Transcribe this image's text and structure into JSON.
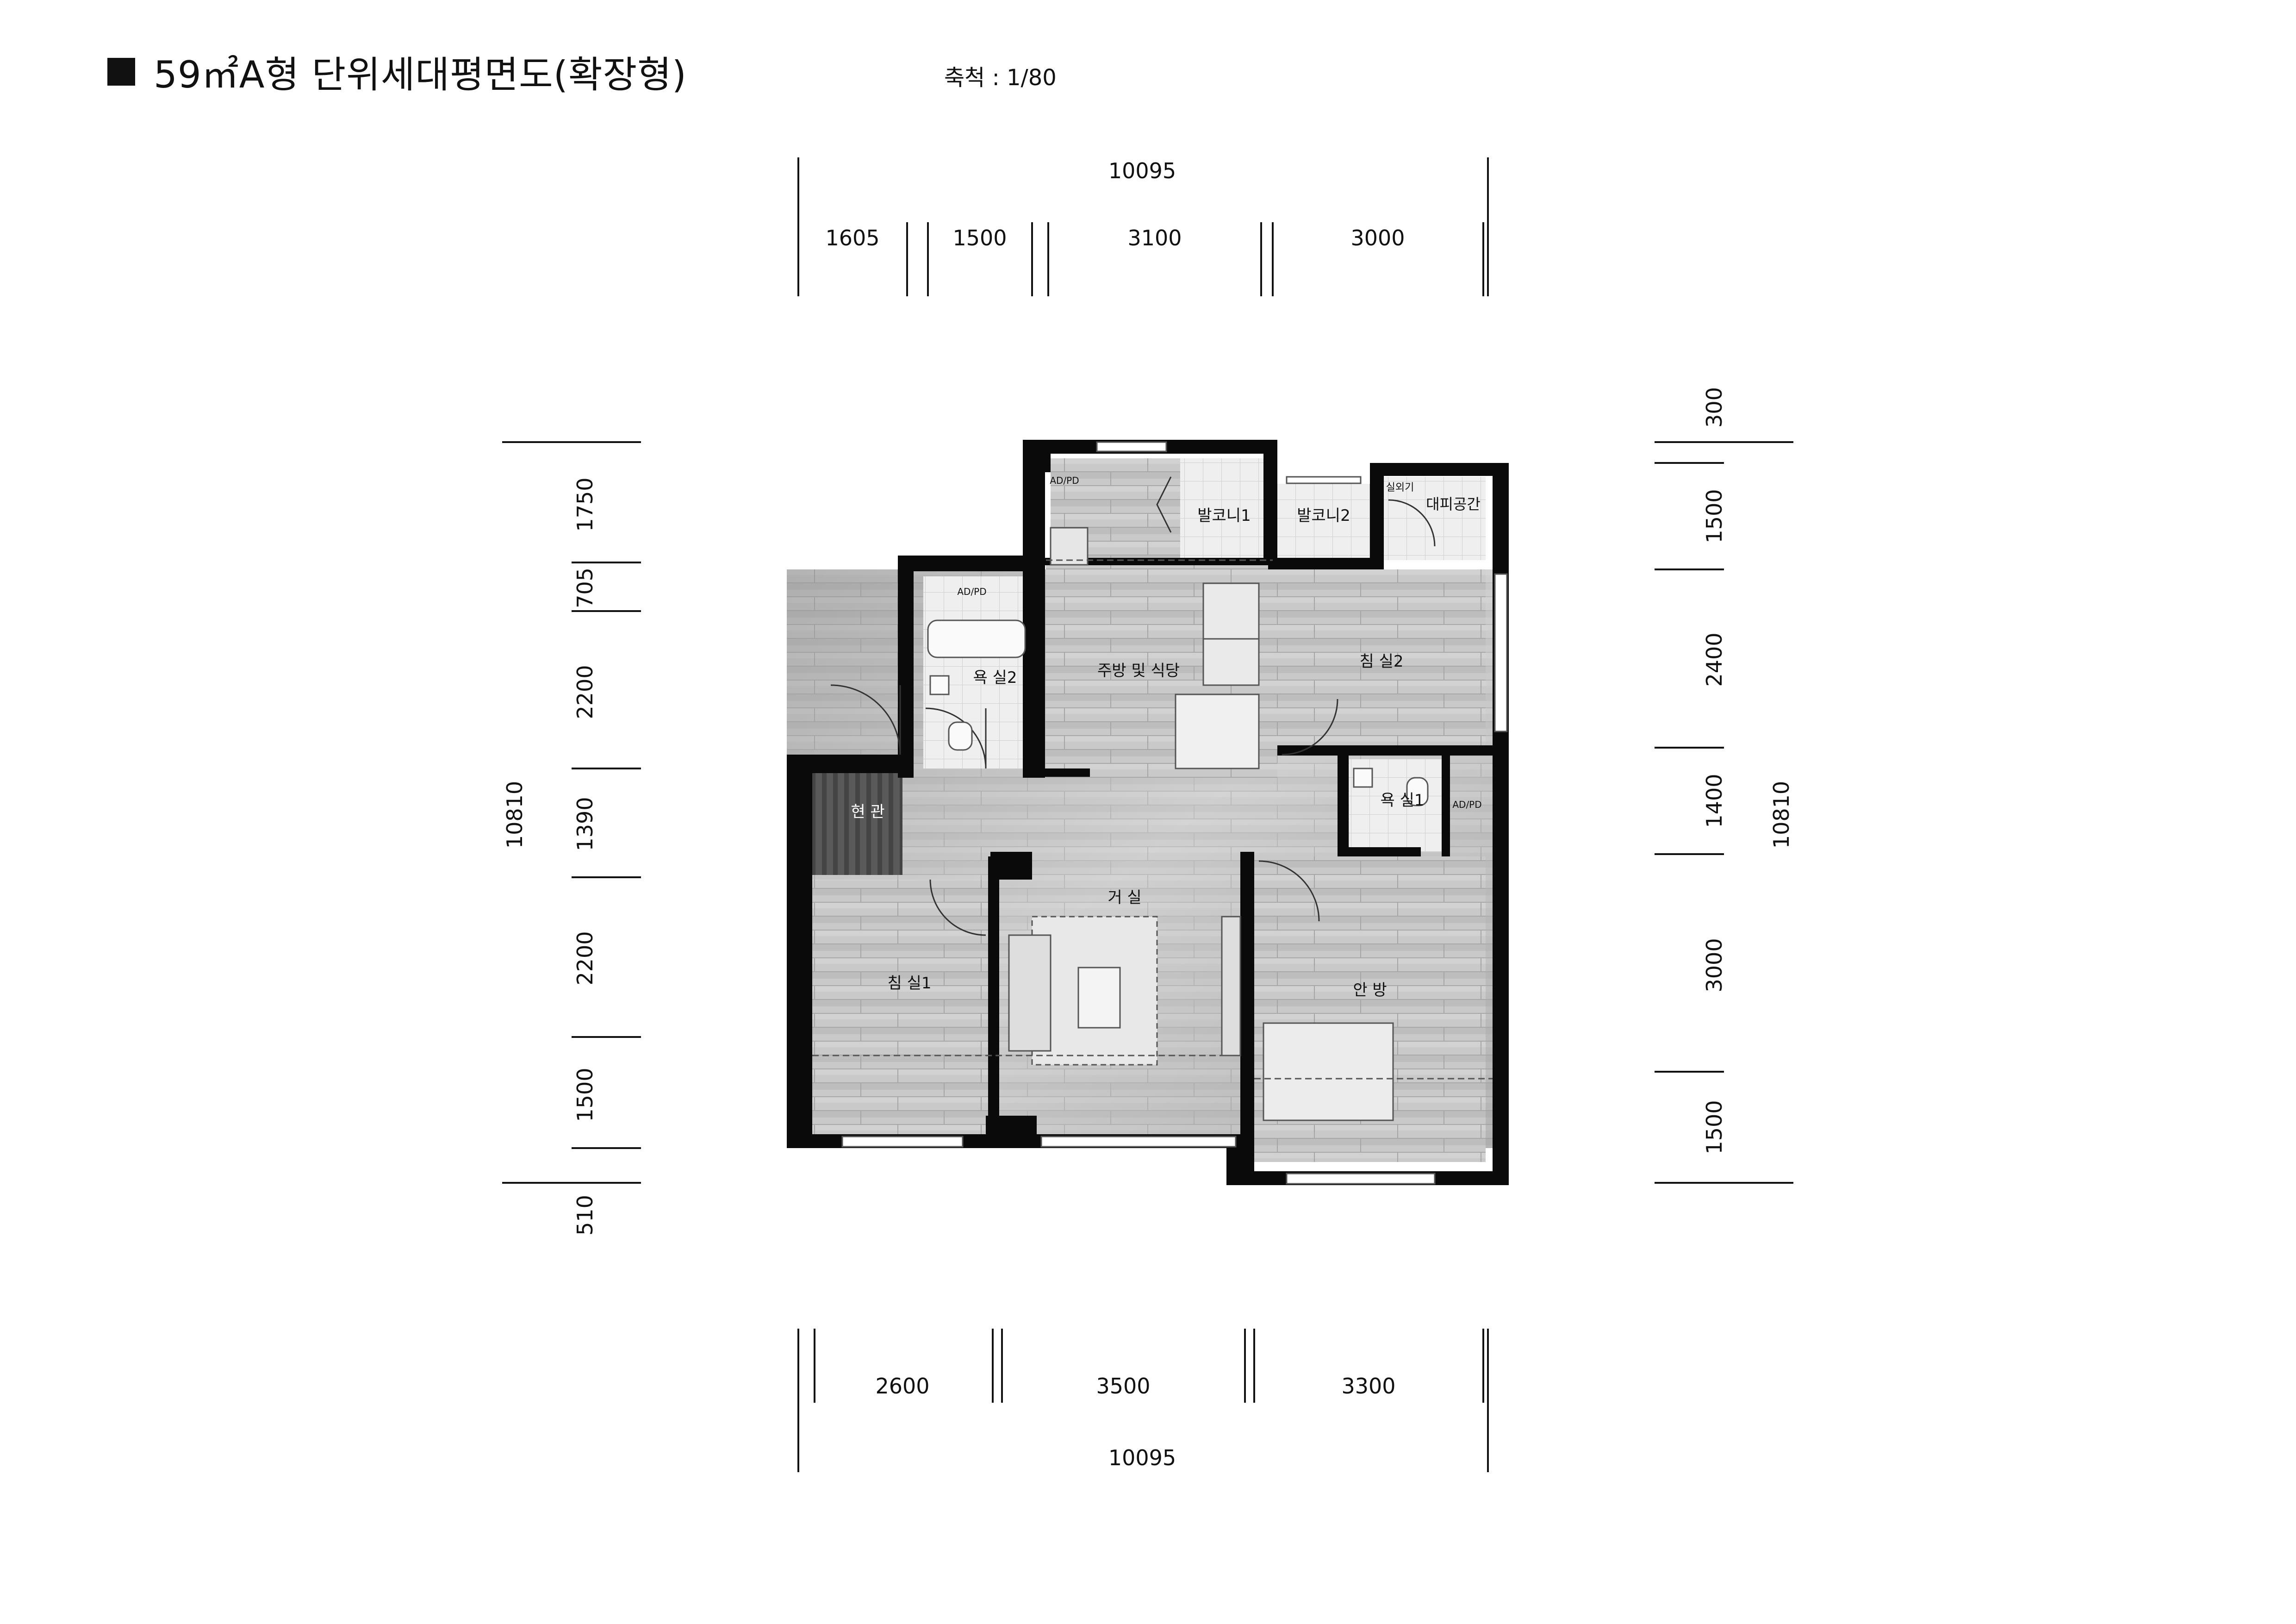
{
  "header": {
    "title": "59㎡A형 단위세대평면도(확장형)",
    "scale": "축척 : 1/80"
  },
  "dimensions": {
    "top_total": "10095",
    "top_segments": [
      "1605",
      "1500",
      "3100",
      "3000"
    ],
    "bottom_segments": [
      "2600",
      "3500",
      "3300"
    ],
    "bottom_total": "10095",
    "left_total": "10810",
    "left_segments": [
      "1750",
      "705",
      "2200",
      "1390",
      "2200",
      "1500",
      "510"
    ],
    "right_total": "10810",
    "right_segments": [
      "300",
      "1500",
      "2400",
      "1400",
      "3000",
      "1500"
    ]
  },
  "rooms": {
    "balcony1": "발코니1",
    "balcony2": "발코니2",
    "outdoor_unit": "실외기",
    "refuge": "대피공간",
    "adpd_top": "AD/PD",
    "adpd_bath2": "AD/PD",
    "adpd_bath1": "AD/PD",
    "kitchen": "주방 및 식당",
    "bedroom2": "침 실2",
    "bath2": "욕 실2",
    "bath1": "욕 실1",
    "entrance": "현 관",
    "living": "거 실",
    "bedroom1": "침 실1",
    "master": "안 방"
  },
  "colors": {
    "wall": "#0a0a0a",
    "floor_light": "#d4d4d4",
    "floor_dark": "#9d9d9d",
    "tile": "#eeeeee",
    "dim_line": "#111111"
  }
}
